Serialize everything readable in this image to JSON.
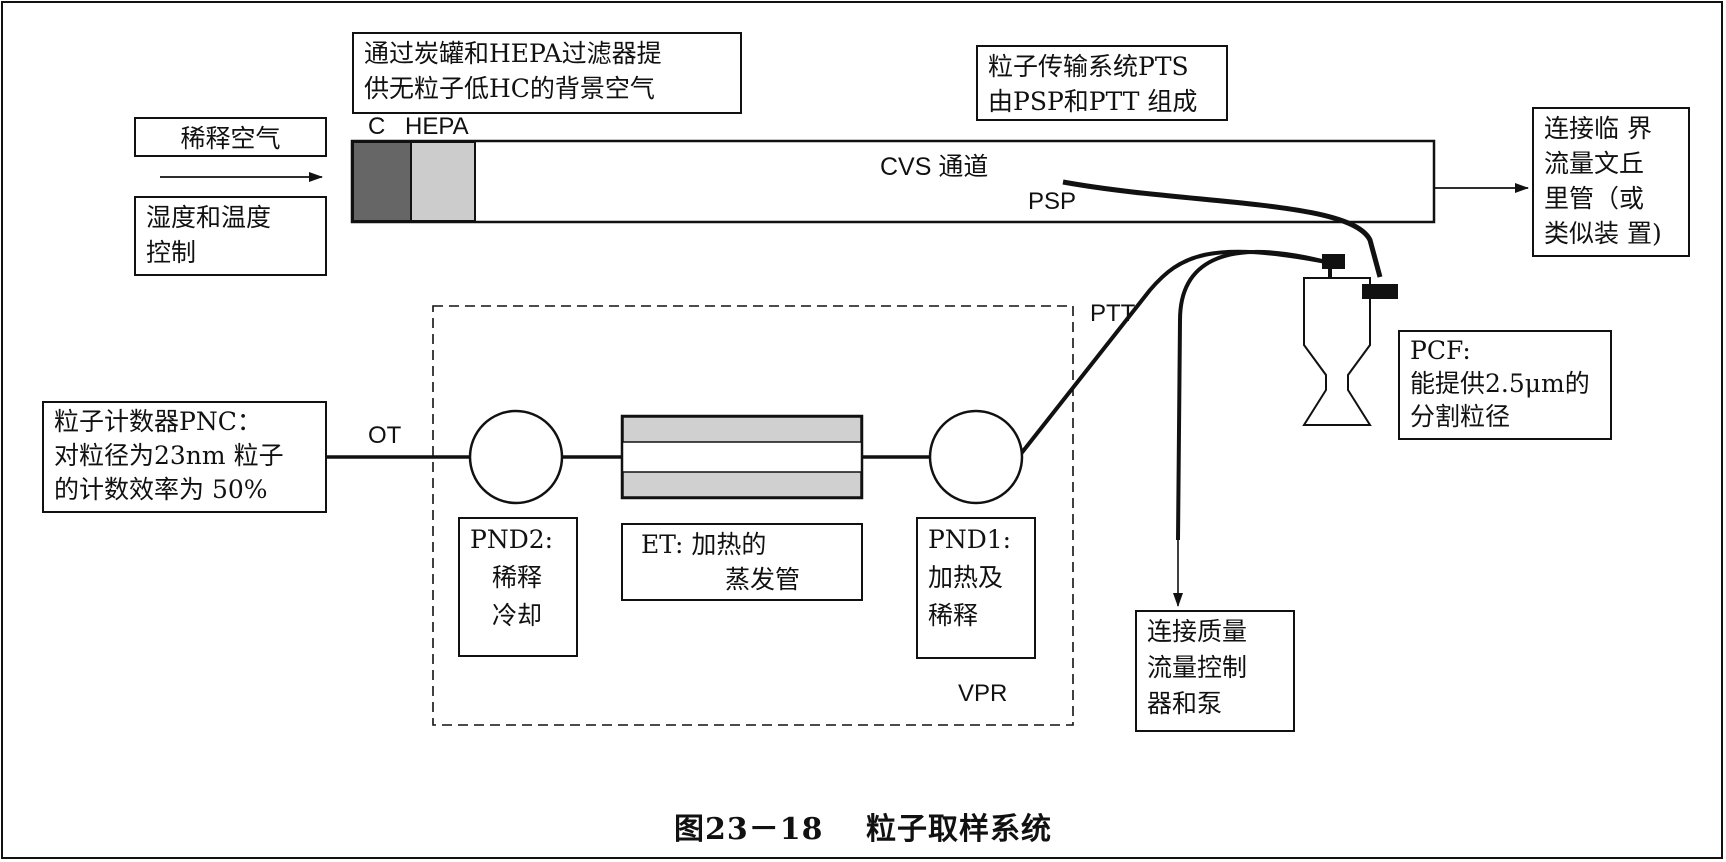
{
  "labels": {
    "background_air": [
      "通过炭罐和HEPA过滤器提",
      "供无粒子低HC的背景空气"
    ],
    "pts": [
      "粒子传输系统PTS",
      "由PSP和PTT 组成"
    ],
    "dilution_air": "稀释空气",
    "humidity": [
      "湿度和温度",
      "控制"
    ],
    "venturi": [
      "连接临 界",
      "流量文丘",
      "里管（或",
      "类似装 置)"
    ],
    "c": "C",
    "hepa": "HEPA",
    "cvs": "CVS 通道",
    "psp": "PSP",
    "ptt": "PTT",
    "pcf": [
      "PCF:",
      "能提供2.5μm的",
      "分割粒径"
    ],
    "pnc": [
      "粒子计数器PNC：",
      "对粒径为23nm 粒子",
      "的计数效率为 50%"
    ],
    "ot": "OT",
    "pnd2": [
      "PND2:",
      "稀释",
      "冷却"
    ],
    "et": [
      "ET: 加热的",
      "蒸发管"
    ],
    "pnd1": [
      "PND1:",
      "加热及",
      "稀释"
    ],
    "vpr": "VPR",
    "mass_flow": [
      "连接质量",
      "流量控制",
      "器和泵"
    ]
  },
  "caption": "图23－18　 粒子取样系统",
  "colors": {
    "carbon_fill": "#666666",
    "hepa_fill": "#cccccc",
    "et_fill": "#d0d0d0",
    "stroke": "#111111"
  }
}
